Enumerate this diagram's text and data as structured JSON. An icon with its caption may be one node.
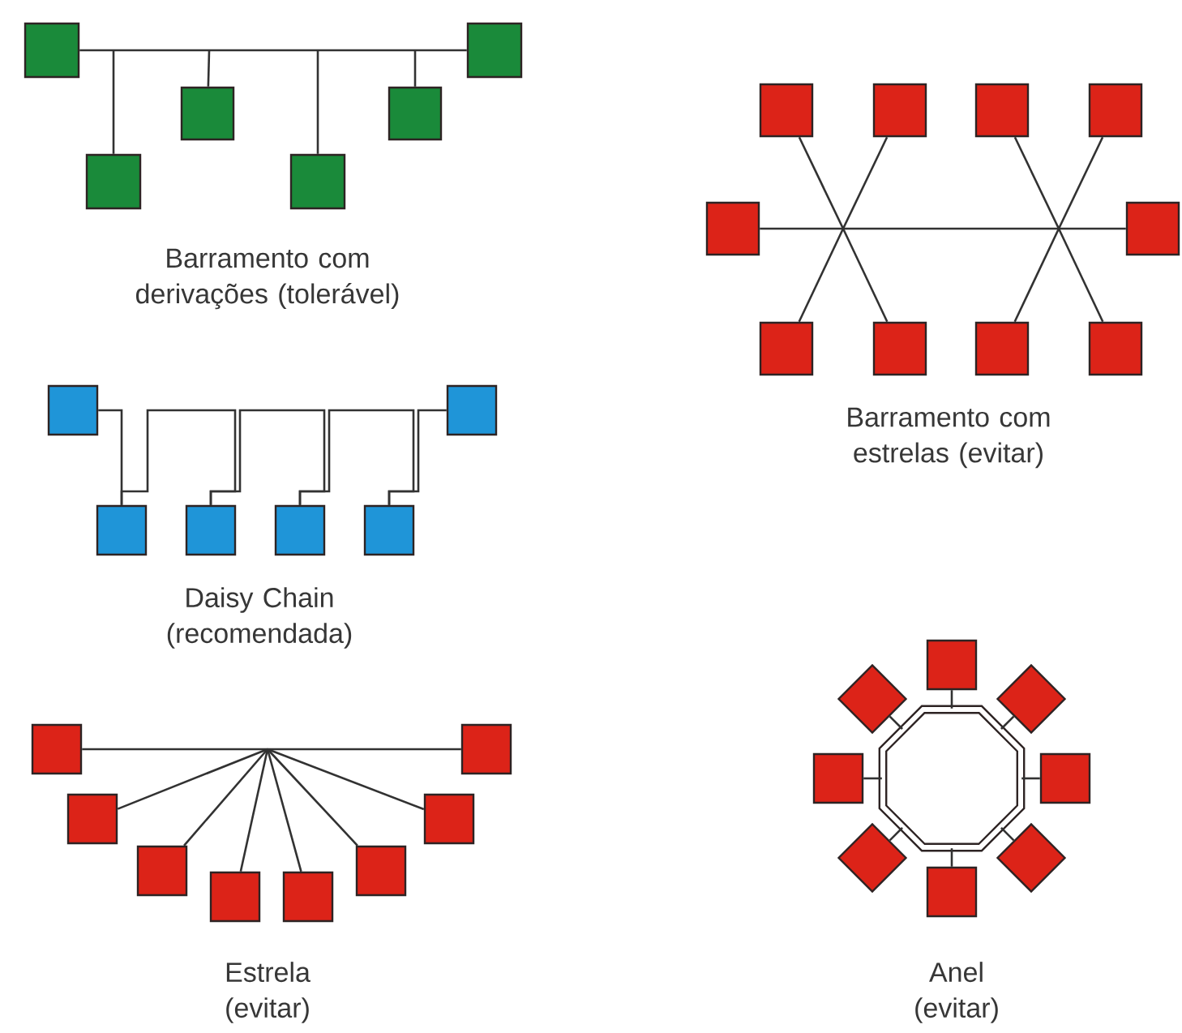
{
  "diagram": {
    "nodes": [
      {
        "text": [],
        "shape": "box"
      },
      {
        "text": [],
        "shape": "box"
      },
      {
        "text": [],
        "shape": "box"
      },
      {
        "text": [],
        "shape": "box"
      },
      {
        "text": [],
        "shape": "box"
      },
      {
        "text": [],
        "shape": "box"
      },
      {
        "text": [],
        "shape": "box"
      },
      {
        "text": [],
        "shape": "box"
      },
      {
        "text": [],
        "shape": "box"
      },
      {
        "text": [],
        "shape": "box"
      },
      {
        "text": [],
        "shape": "box"
      },
      {
        "text": [],
        "shape": "box"
      },
      {
        "text": [],
        "shape": "box"
      },
      {
        "text": [],
        "shape": "box"
      },
      {
        "text": [],
        "shape": "box"
      },
      {
        "text": [],
        "shape": "box"
      },
      {
        "text": [],
        "shape": "box"
      },
      {
        "text": [],
        "shape": "box"
      },
      {
        "text": [],
        "shape": "box"
      },
      {
        "text": [],
        "shape": "box"
      },
      {
        "text": [],
        "shape": "box"
      },
      {
        "text": [],
        "shape": "box"
      },
      {
        "text": [],
        "shape": "box"
      },
      {
        "text": [],
        "shape": "box"
      },
      {
        "text": [],
        "shape": "box"
      },
      {
        "text": [],
        "shape": "box"
      },
      {
        "text": [],
        "shape": "box"
      },
      {
        "text": [],
        "shape": "box"
      },
      {
        "text": [],
        "shape": "box"
      },
      {
        "text": [],
        "shape": "box"
      },
      {
        "text": [],
        "shape": "octagon"
      },
      {
        "text": [],
        "shape": "box"
      },
      {
        "text": [],
        "shape": "diamond"
      },
      {
        "text": [],
        "shape": "diamond"
      },
      {
        "text": [],
        "shape": "box"
      },
      {
        "text": [],
        "shape": "box"
      },
      {
        "text": [],
        "shape": "diamond"
      },
      {
        "text": [],
        "shape": "diamond"
      },
      {
        "text": [],
        "shape": "box"
      }
    ],
    "edges": [
      {
        "from": 0,
        "to": 1,
        "arrow": "none"
      },
      {
        "from": null,
        "to": 4,
        "arrow": "none"
      },
      {
        "from": null,
        "to": 2,
        "arrow": "none"
      },
      {
        "from": null,
        "to": 5,
        "arrow": "none"
      },
      {
        "from": null,
        "to": 3,
        "arrow": "none"
      },
      {
        "from": 10,
        "to": 11,
        "arrow": "none"
      },
      {
        "from": null,
        "to": 6,
        "arrow": "none"
      },
      {
        "from": null,
        "to": 7,
        "arrow": "none"
      },
      {
        "from": null,
        "to": 12,
        "arrow": "none"
      },
      {
        "from": null,
        "to": 13,
        "arrow": "none"
      },
      {
        "from": null,
        "to": 8,
        "arrow": "none"
      },
      {
        "from": null,
        "to": 9,
        "arrow": "none"
      },
      {
        "from": null,
        "to": 14,
        "arrow": "none"
      },
      {
        "from": null,
        "to": 15,
        "arrow": "none"
      },
      {
        "from": 16,
        "to": 18,
        "arrow": "none"
      },
      {
        "from": 18,
        "to": 19,
        "arrow": "none"
      },
      {
        "from": 19,
        "to": 20,
        "arrow": "none"
      },
      {
        "from": 20,
        "to": 21,
        "arrow": "none"
      },
      {
        "from": 21,
        "to": 17,
        "arrow": "none"
      },
      {
        "from": 22,
        "to": 23,
        "arrow": "none"
      },
      {
        "from": null,
        "to": 24,
        "arrow": "none"
      },
      {
        "from": null,
        "to": 25,
        "arrow": "none"
      },
      {
        "from": null,
        "to": 26,
        "arrow": "none"
      },
      {
        "from": null,
        "to": 27,
        "arrow": "none"
      },
      {
        "from": null,
        "to": 28,
        "arrow": "none"
      },
      {
        "from": null,
        "to": 29,
        "arrow": "none"
      },
      {
        "from": 30,
        "to": 31,
        "arrow": "none"
      },
      {
        "from": 30,
        "to": 32,
        "arrow": "none"
      },
      {
        "from": 30,
        "to": 33,
        "arrow": "none"
      },
      {
        "from": 30,
        "to": 34,
        "arrow": "none"
      },
      {
        "from": 30,
        "to": 35,
        "arrow": "none"
      },
      {
        "from": 30,
        "to": 36,
        "arrow": "none"
      },
      {
        "from": 30,
        "to": 37,
        "arrow": "none"
      },
      {
        "from": 30,
        "to": 38,
        "arrow": "none"
      }
    ],
    "labels": [
      "Barramento com derivações (tolerável)",
      "Barramento com estrelas (evitar)",
      "Daisy Chain (recomendada)",
      "Estrela (evitar)",
      "Anel (evitar)"
    ]
  }
}
